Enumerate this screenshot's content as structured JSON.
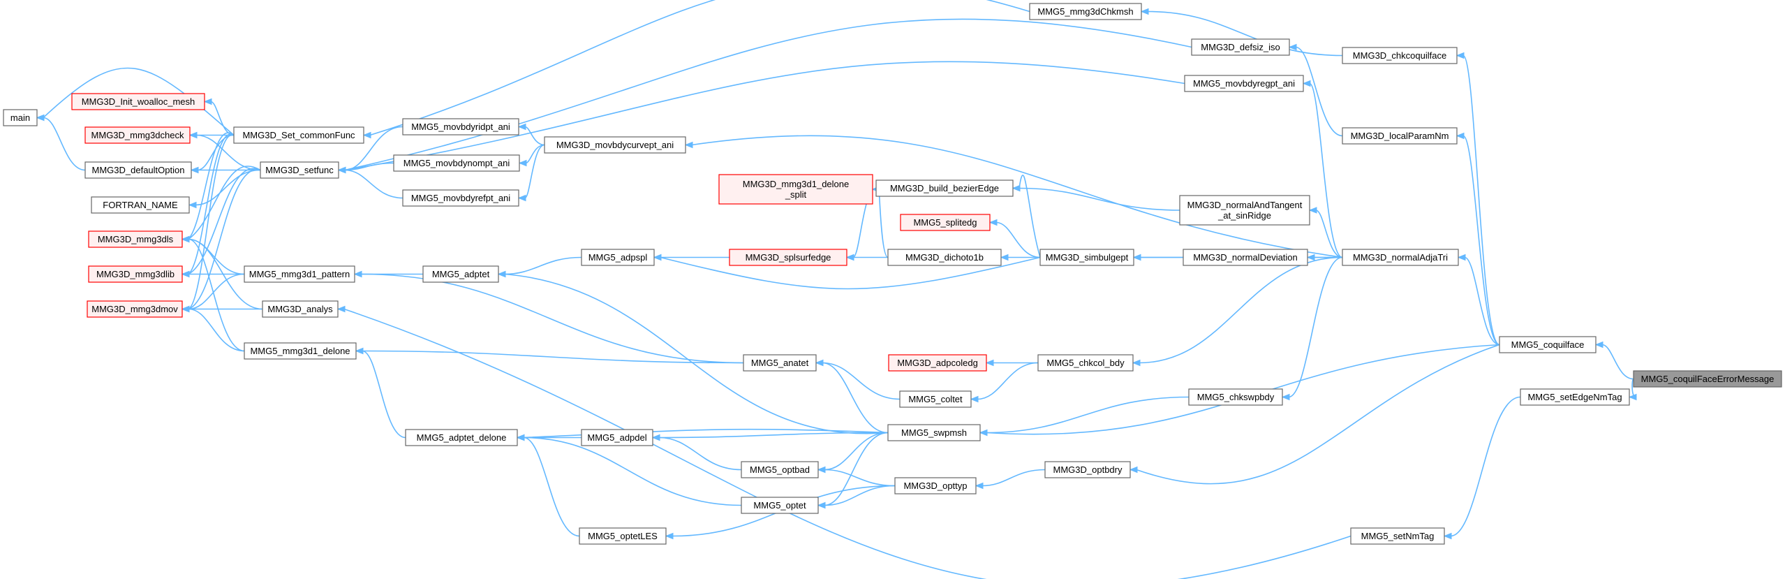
{
  "graph": {
    "title": "",
    "colors": {
      "edge": "#63b8ff",
      "node_border": "#666666",
      "node_fill": "#ffffff",
      "highlight_border": "#ff0000",
      "highlight_fill": "#fff0f0",
      "focus_fill": "#999999"
    },
    "nodes": {
      "main": {
        "label": "main"
      },
      "mmg3dinit": {
        "label": "MMG3D_Init_woalloc_mesh",
        "style": "red"
      },
      "mmg3dcheck": {
        "label": "MMG3D_mmg3dcheck",
        "style": "red"
      },
      "defaultoption": {
        "label": "MMG3D_defaultOption"
      },
      "fortranname": {
        "label": "FORTRAN_NAME"
      },
      "mmg3dls": {
        "label": "MMG3D_mmg3dls",
        "style": "red"
      },
      "mmg3dlib": {
        "label": "MMG3D_mmg3dlib",
        "style": "red"
      },
      "mmg3dmov": {
        "label": "MMG3D_mmg3dmov",
        "style": "red"
      },
      "setcommon": {
        "label": "MMG3D_Set_commonFunc"
      },
      "setfunc": {
        "label": "MMG3D_setfunc"
      },
      "pattern": {
        "label": "MMG5_mmg3d1_pattern"
      },
      "analys": {
        "label": "MMG3D_analys"
      },
      "delone": {
        "label": "MMG5_mmg3d1_delone"
      },
      "movbdyridpt": {
        "label": "MMG5_movbdyridpt_ani"
      },
      "movbdynompt": {
        "label": "MMG5_movbdynompt_ani"
      },
      "movbdyrefpt": {
        "label": "MMG5_movbdyrefpt_ani"
      },
      "movbdycurvept": {
        "label": "MMG3D_movbdycurvept_ani"
      },
      "adptet": {
        "label": "MMG5_adptet"
      },
      "adpspl": {
        "label": "MMG5_adpspl"
      },
      "delone_split": {
        "label": "MMG3D_mmg3d1_delone\n_split",
        "style": "red"
      },
      "splsurfedge": {
        "label": "MMG3D_splsurfedge",
        "style": "red"
      },
      "bezieredge": {
        "label": "MMG3D_build_bezierEdge"
      },
      "dichoto1b": {
        "label": "MMG3D_dichoto1b"
      },
      "splitedg": {
        "label": "MMG5_splitedg",
        "style": "red"
      },
      "simbulgept": {
        "label": "MMG3D_simbulgept"
      },
      "anatet": {
        "label": "MMG5_anatet"
      },
      "adpcoledg": {
        "label": "MMG3D_adpcoledg",
        "style": "red"
      },
      "chkcolbdy": {
        "label": "MMG5_chkcol_bdy"
      },
      "coltet": {
        "label": "MMG5_coltet"
      },
      "adptetdelone": {
        "label": "MMG5_adptet_delone"
      },
      "adpdel": {
        "label": "MMG5_adpdel"
      },
      "swpmsh": {
        "label": "MMG5_swpmsh"
      },
      "optbad": {
        "label": "MMG5_optbad"
      },
      "optet": {
        "label": "MMG5_optet"
      },
      "opttyp": {
        "label": "MMG3D_opttyp"
      },
      "optetles": {
        "label": "MMG5_optetLES"
      },
      "chkmsh": {
        "label": "MMG5_mmg3dChkmsh"
      },
      "defsiz": {
        "label": "MMG3D_defsiz_iso"
      },
      "movbdyregpt": {
        "label": "MMG5_movbdyregpt_ani"
      },
      "normaltangent": {
        "label": "MMG3D_normalAndTangent\n_at_sinRidge"
      },
      "normaldev": {
        "label": "MMG3D_normalDeviation"
      },
      "chkswpbdy": {
        "label": "MMG5_chkswpbdy"
      },
      "optbdry": {
        "label": "MMG3D_optbdry"
      },
      "setnmtag": {
        "label": "MMG5_setNmTag"
      },
      "chkcoquilface": {
        "label": "MMG3D_chkcoquilface"
      },
      "localparamnm": {
        "label": "MMG3D_localParamNm"
      },
      "normaladjatri": {
        "label": "MMG3D_normalAdjaTri"
      },
      "coquilface": {
        "label": "MMG5_coquilface"
      },
      "setedgenmtag": {
        "label": "MMG5_setEdgeNmTag"
      },
      "errormessage": {
        "label": "MMG5_coquilFaceErrorMessage",
        "style": "focus"
      }
    },
    "edges": [
      [
        "defaultoption",
        "main"
      ],
      [
        "setcommon",
        "main"
      ],
      [
        "setcommon",
        "mmg3dinit"
      ],
      [
        "setcommon",
        "mmg3dcheck"
      ],
      [
        "setcommon",
        "defaultoption"
      ],
      [
        "setcommon",
        "mmg3dls"
      ],
      [
        "setcommon",
        "mmg3dlib"
      ],
      [
        "setcommon",
        "mmg3dmov"
      ],
      [
        "setfunc",
        "mmg3dcheck"
      ],
      [
        "setfunc",
        "defaultoption"
      ],
      [
        "setfunc",
        "fortranname"
      ],
      [
        "setfunc",
        "mmg3dls"
      ],
      [
        "setfunc",
        "mmg3dlib"
      ],
      [
        "setfunc",
        "mmg3dmov"
      ],
      [
        "pattern",
        "mmg3dls"
      ],
      [
        "pattern",
        "mmg3dlib"
      ],
      [
        "pattern",
        "mmg3dmov"
      ],
      [
        "analys",
        "mmg3dls"
      ],
      [
        "analys",
        "mmg3dmov"
      ],
      [
        "delone",
        "mmg3dls"
      ],
      [
        "delone",
        "mmg3dmov"
      ],
      [
        "movbdyridpt",
        "setfunc"
      ],
      [
        "movbdynompt",
        "setfunc"
      ],
      [
        "movbdyrefpt",
        "setfunc"
      ],
      [
        "movbdycurvept",
        "movbdyridpt"
      ],
      [
        "movbdycurvept",
        "movbdynompt"
      ],
      [
        "movbdycurvept",
        "movbdyrefpt"
      ],
      [
        "adptet",
        "pattern"
      ],
      [
        "adpspl",
        "adptet"
      ],
      [
        "splsurfedge",
        "adpspl"
      ],
      [
        "bezieredge",
        "delone_split"
      ],
      [
        "bezieredge",
        "splsurfedge"
      ],
      [
        "dichoto1b",
        "delone_split"
      ],
      [
        "dichoto1b",
        "splsurfedge"
      ],
      [
        "simbulgept",
        "bezieredge"
      ],
      [
        "simbulgept",
        "splitedg"
      ],
      [
        "simbulgept",
        "dichoto1b"
      ],
      [
        "simbulgept",
        "adpspl"
      ],
      [
        "anatet",
        "pattern"
      ],
      [
        "anatet",
        "delone"
      ],
      [
        "chkcolbdy",
        "adpcoledg"
      ],
      [
        "chkcolbdy",
        "coltet"
      ],
      [
        "coltet",
        "anatet"
      ],
      [
        "adptetdelone",
        "delone"
      ],
      [
        "adpdel",
        "adptetdelone"
      ],
      [
        "optet",
        "adptetdelone"
      ],
      [
        "optetles",
        "adptetdelone"
      ],
      [
        "swpmsh",
        "adptet"
      ],
      [
        "swpmsh",
        "anatet"
      ],
      [
        "swpmsh",
        "adptetdelone"
      ],
      [
        "swpmsh",
        "adpdel"
      ],
      [
        "swpmsh",
        "optbad"
      ],
      [
        "swpmsh",
        "optet"
      ],
      [
        "optbad",
        "adpdel"
      ],
      [
        "opttyp",
        "optbad"
      ],
      [
        "opttyp",
        "optet"
      ],
      [
        "opttyp",
        "optetles"
      ],
      [
        "chkmsh",
        "setcommon"
      ],
      [
        "defsiz",
        "setfunc"
      ],
      [
        "movbdyregpt",
        "setfunc"
      ],
      [
        "normaltangent",
        "bezieredge"
      ],
      [
        "normaldev",
        "simbulgept"
      ],
      [
        "chkswpbdy",
        "swpmsh"
      ],
      [
        "optbdry",
        "opttyp"
      ],
      [
        "setnmtag",
        "analys"
      ],
      [
        "chkcoquilface",
        "chkmsh"
      ],
      [
        "localparamnm",
        "defsiz"
      ],
      [
        "normaladjatri",
        "movbdycurvept"
      ],
      [
        "normaladjatri",
        "movbdyregpt"
      ],
      [
        "normaladjatri",
        "normaltangent"
      ],
      [
        "normaladjatri",
        "normaldev"
      ],
      [
        "normaladjatri",
        "simbulgept"
      ],
      [
        "normaladjatri",
        "chkcolbdy"
      ],
      [
        "normaladjatri",
        "chkswpbdy"
      ],
      [
        "coquilface",
        "chkcoquilface"
      ],
      [
        "coquilface",
        "localparamnm"
      ],
      [
        "coquilface",
        "normaladjatri"
      ],
      [
        "coquilface",
        "swpmsh"
      ],
      [
        "coquilface",
        "optbdry"
      ],
      [
        "setedgenmtag",
        "setnmtag"
      ],
      [
        "errormessage",
        "coquilface"
      ],
      [
        "errormessage",
        "setedgenmtag"
      ]
    ]
  }
}
